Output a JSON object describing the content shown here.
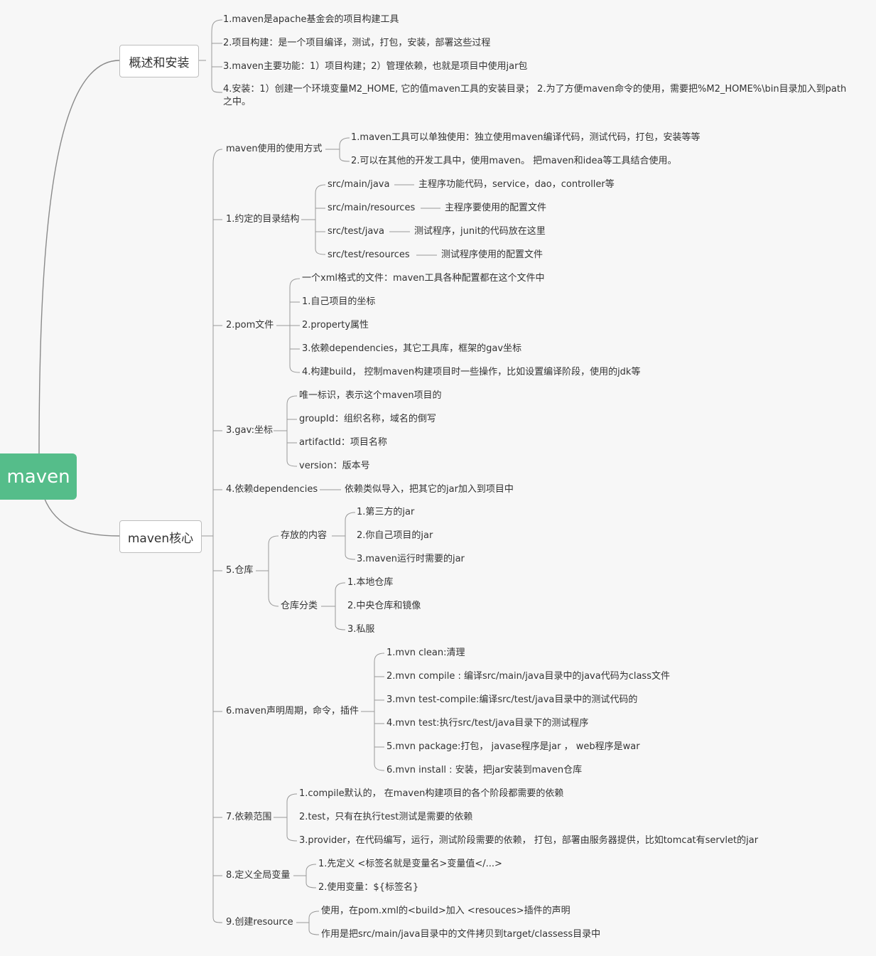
{
  "root": "maven",
  "branches": {
    "overview": {
      "label": "概述和安装",
      "items": [
        "1.maven是apache基金会的项目构建工具",
        "2.项目构建：是一个项目编译，测试，打包，安装，部署这些过程",
        "3.maven主要功能：1）项目构建；2）管理依赖，也就是项目中使用jar包",
        "4.安装：1）创建一个环境变量M2_HOME, 它的值maven工具的安装目录； 2.为了方便maven命令的使用，需要把%M2_HOME%\\bin目录加入到path之中。"
      ]
    },
    "core": {
      "label": "maven核心",
      "usage": {
        "label": "maven使用的使用方式",
        "items": [
          "1.maven工具可以单独使用：独立使用maven编译代码，测试代码，打包，安装等等",
          "2.可以在其他的开发工具中，使用maven。 把maven和idea等工具结合使用。"
        ]
      },
      "dirs": {
        "label": "1.约定的目录结构",
        "items": [
          {
            "path": "src/main/java",
            "desc": "主程序功能代码，service，dao，controller等"
          },
          {
            "path": "src/main/resources",
            "desc": "主程序要使用的配置文件"
          },
          {
            "path": "src/test/java",
            "desc": "测试程序，junit的代码放在这里"
          },
          {
            "path": "src/test/resources",
            "desc": "测试程序使用的配置文件"
          }
        ]
      },
      "pom": {
        "label": "2.pom文件",
        "items": [
          "一个xml格式的文件：maven工具各种配置都在这个文件中",
          "1.自己项目的坐标",
          "2.property属性",
          "3.依赖dependencies，其它工具库，框架的gav坐标",
          "4.构建build， 控制maven构建项目时一些操作，比如设置编译阶段，使用的jdk等"
        ]
      },
      "gav": {
        "label": "3.gav:坐标",
        "items": [
          "唯一标识，表示这个maven项目的",
          "groupId：组织名称，域名的倒写",
          "artifactId：项目名称",
          "version：版本号"
        ]
      },
      "deps": {
        "label": "4.依赖dependencies",
        "desc": "依赖类似导入，把其它的jar加入到项目中"
      },
      "repo": {
        "label": "5.仓库",
        "content": {
          "label": "存放的内容",
          "items": [
            "1.第三方的jar",
            "2.你自己项目的jar",
            "3.maven运行时需要的jar"
          ]
        },
        "types": {
          "label": "仓库分类",
          "items": [
            "1.本地仓库",
            "2.中央仓库和镜像",
            "3.私服"
          ]
        }
      },
      "lifecycle": {
        "label": "6.maven声明周期，命令，插件",
        "items": [
          "1.mvn clean:清理",
          "2.mvn compile : 编译src/main/java目录中的java代码为class文件",
          "3.mvn test-compile:编译src/test/java目录中的测试代码的",
          "4.mvn test:执行src/test/java目录下的测试程序",
          "5.mvn package:打包， javase程序是jar ， web程序是war",
          "6.mvn install : 安装，把jar安装到maven仓库"
        ]
      },
      "scope": {
        "label": "7.依赖范围",
        "items": [
          "1.compile默认的， 在maven构建项目的各个阶段都需要的依赖",
          "2.test，只有在执行test测试是需要的依赖",
          "3.provider，在代码编写，运行，测试阶段需要的依赖， 打包，部署由服务器提供，比如tomcat有servlet的jar"
        ]
      },
      "vars": {
        "label": "8.定义全局变量",
        "items": [
          "1.先定义 <标签名就是变量名>变量值</...>",
          "2.使用变量：${标签名}"
        ]
      },
      "resource": {
        "label": "9.创建resource",
        "items": [
          "使用，在pom.xml的<build>加入 <resouces>插件的声明",
          "作用是把src/main/java目录中的文件拷贝到target/classess目录中"
        ]
      }
    }
  },
  "colors": {
    "root": "#55bd8a",
    "line": "#8a8a8a",
    "background": "#f7f7f7"
  }
}
